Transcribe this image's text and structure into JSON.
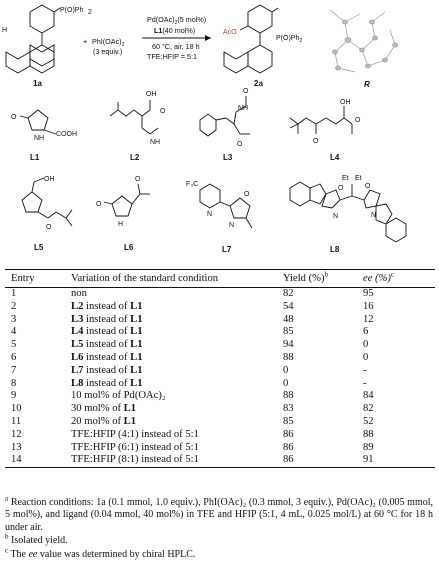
{
  "scheme": {
    "substrate_label": "1a",
    "product_label": "2a",
    "reagent": "PhI(OAc)",
    "reagent_sub": "2",
    "reagent_equiv": "(3 equiv.)",
    "cond_catalyst": "Pd(OAc)",
    "cond_catalyst_sub": "2",
    "cond_catalyst_amount": "(5 mol%)",
    "cond_ligand": "L1",
    "cond_ligand_amount": "(40 mol%)",
    "cond_temp": "60 °C, air, 18 h",
    "cond_solvent": "TFE:HFIP = 5:1",
    "product_config": "R",
    "atom_h": "H",
    "atom_p_substrate": "P(O)Ph",
    "atom_p_product": "P(O)Ph",
    "atom_p_sub": "2",
    "atom_aco": "AcO"
  },
  "ligands": {
    "L1": "L1",
    "L2": "L2",
    "L3": "L3",
    "L4": "L4",
    "L5": "L5",
    "L6": "L6",
    "L7": "L7",
    "L8": "L8",
    "text_o": "O",
    "text_oh": "OH",
    "text_cooh": "COOH",
    "text_nh": "NH",
    "text_n": "N",
    "text_h": "H",
    "text_et": "Et",
    "text_f3c": "F₃C"
  },
  "table": {
    "headers": [
      "Entry",
      "Variation of the standard condition",
      "Yield (%)",
      "ee (%)"
    ],
    "header_sup_yield": "b",
    "header_sup_ee": "c",
    "rows": [
      {
        "entry": "1",
        "pre": "non",
        "bold": "",
        "mid": "",
        "bold2": "",
        "post": "",
        "yield": "82",
        "ee": "95"
      },
      {
        "entry": "2",
        "pre": "",
        "bold": "L2",
        "mid": " instead of ",
        "bold2": "L1",
        "post": "",
        "yield": "54",
        "ee": "16"
      },
      {
        "entry": "3",
        "pre": "",
        "bold": "L3",
        "mid": " instead of ",
        "bold2": "L1",
        "post": "",
        "yield": "48",
        "ee": "12"
      },
      {
        "entry": "4",
        "pre": "",
        "bold": "L4",
        "mid": " instead of ",
        "bold2": "L1",
        "post": "",
        "yield": "85",
        "ee": "6"
      },
      {
        "entry": "5",
        "pre": "",
        "bold": "L5",
        "mid": " instead of ",
        "bold2": "L1",
        "post": "",
        "yield": "94",
        "ee": "0"
      },
      {
        "entry": "6",
        "pre": "",
        "bold": "L6",
        "mid": " instead of ",
        "bold2": "L1",
        "post": "",
        "yield": "88",
        "ee": "0"
      },
      {
        "entry": "7",
        "pre": "",
        "bold": "L7",
        "mid": " instead of ",
        "bold2": "L1",
        "post": "",
        "yield": "0",
        "ee": "-"
      },
      {
        "entry": "8",
        "pre": "",
        "bold": "L8",
        "mid": " instead of ",
        "bold2": "L1",
        "post": "",
        "yield": "0",
        "ee": "-"
      },
      {
        "entry": "9",
        "pre": "10 mol% of Pd(OAc)₂",
        "bold": "",
        "mid": "",
        "bold2": "",
        "post": "",
        "yield": "88",
        "ee": "84"
      },
      {
        "entry": "10",
        "pre": "30 mol% of ",
        "bold": "L1",
        "mid": "",
        "bold2": "",
        "post": "",
        "yield": "83",
        "ee": "82"
      },
      {
        "entry": "11",
        "pre": "20 mol% of ",
        "bold": "L1",
        "mid": "",
        "bold2": "",
        "post": "",
        "yield": "85",
        "ee": "52"
      },
      {
        "entry": "12",
        "pre": "TFE:HFIP (4:1) instead of 5:1",
        "bold": "",
        "mid": "",
        "bold2": "",
        "post": "",
        "yield": "86",
        "ee": "88"
      },
      {
        "entry": "13",
        "pre": "TFE:HFIP (6:1) instead of 5:1",
        "bold": "",
        "mid": "",
        "bold2": "",
        "post": "",
        "yield": "86",
        "ee": "89"
      },
      {
        "entry": "14",
        "pre": "TFE:HFIP (8:1) instead of 5:1",
        "bold": "",
        "mid": "",
        "bold2": "",
        "post": "",
        "yield": "86",
        "ee": "91"
      }
    ]
  },
  "footnotes": {
    "a_mark": "a",
    "a_text": "Reaction conditions: 1a (0.1 mmol, 1.0 equiv.), PhI(OAc)₂ (0.3 mmol, 3 equiv.), Pd(OAc)₂ (0.005 mmol, 5 mol%), and ligand (0.04 mmol, 40 mol%) in TFE and HFIP (5:1, 4 mL, 0.025 mol/L) at 60 °C for 18 h under air.",
    "b_mark": "b",
    "b_text": "Isolated yield.",
    "c_mark": "c",
    "c_text_pre": "The ",
    "c_text_ee": "ee",
    "c_text_post": " value was determined by chiral HPLC."
  }
}
